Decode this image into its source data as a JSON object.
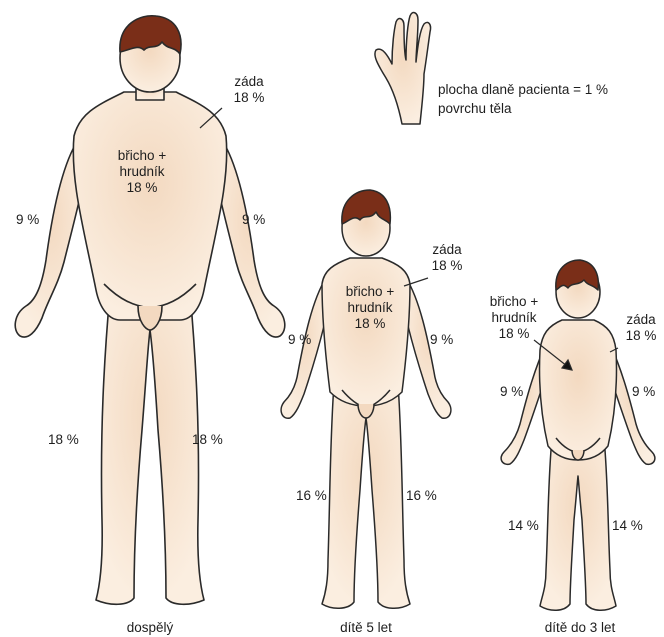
{
  "adult": {
    "back": [
      "záda",
      "18 %"
    ],
    "chest": [
      "břicho +",
      "hrudník",
      "18 %"
    ],
    "arm_left": "9 %",
    "arm_right": "9 %",
    "leg_left": "18 %",
    "leg_right": "18 %",
    "caption": "dospělý"
  },
  "child5": {
    "back": [
      "záda",
      "18 %"
    ],
    "chest": [
      "břicho +",
      "hrudník",
      "18 %"
    ],
    "arm_left": "9 %",
    "arm_right": "9 %",
    "leg_left": "16 %",
    "leg_right": "16 %",
    "caption": "dítě 5 let"
  },
  "child3": {
    "back": [
      "záda",
      "18 %"
    ],
    "chest": [
      "břicho +",
      "hrudník",
      "18 %"
    ],
    "arm_left": "9 %",
    "arm_right": "9 %",
    "leg_left": "14 %",
    "leg_right": "14 %",
    "caption": "dítě do 3 let"
  },
  "palm_note": [
    "plocha dlaně pacienta = 1 %",
    "povrchu těla"
  ],
  "colors": {
    "skin": "#f7e6d2",
    "skin_shade": "#efcdb0",
    "outline": "#2a2a2a",
    "hair": "#7a2e18"
  }
}
